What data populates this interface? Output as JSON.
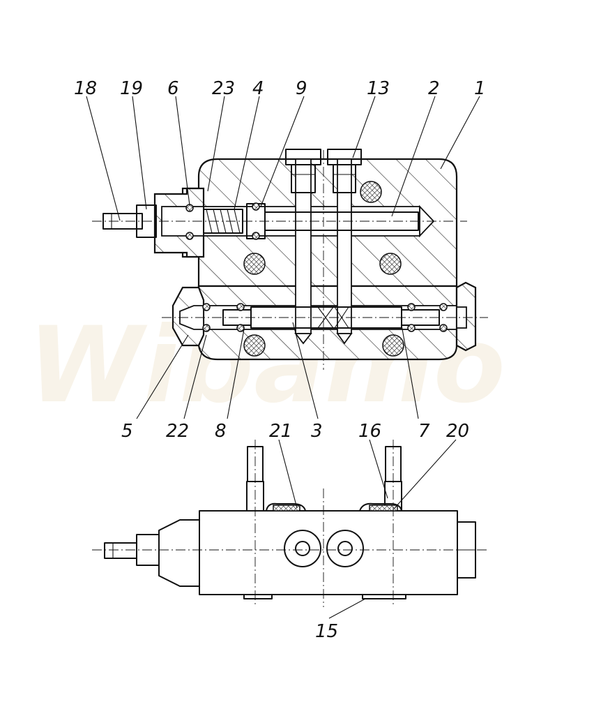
{
  "watermark": {
    "text": "Wibamo"
  },
  "callouts": {
    "top": [
      "18",
      "19",
      "6",
      "23",
      "4",
      "9",
      "13",
      "2",
      "1"
    ],
    "middle": [
      "5",
      "22",
      "8",
      "3",
      "7",
      "21",
      "16",
      "20"
    ],
    "bottom": [
      "15"
    ]
  },
  "colors": {
    "line": "#111111",
    "watermark": "#f3ead8",
    "background": "#ffffff"
  }
}
